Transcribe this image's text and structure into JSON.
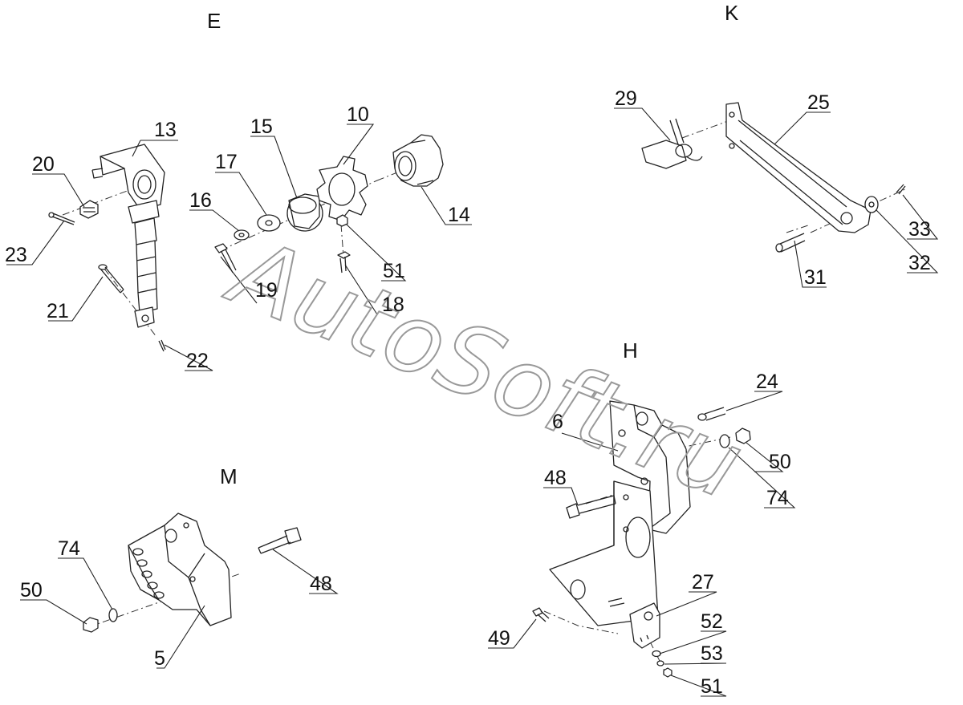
{
  "sections": {
    "E": "E",
    "K": "K",
    "H": "H",
    "M": "M"
  },
  "watermark": "AutoSoft.ru",
  "labels": {
    "p13": "13",
    "p20": "20",
    "p23": "23",
    "p21": "21",
    "p22": "22",
    "p17": "17",
    "p16": "16",
    "p15": "15",
    "p10": "10",
    "p14": "14",
    "p19": "19",
    "p51a": "51",
    "p18": "18",
    "p29": "29",
    "p25": "25",
    "p33": "33",
    "p32": "32",
    "p31": "31",
    "p24": "24",
    "p6": "6",
    "p50a": "50",
    "p74a": "74",
    "p48a": "48",
    "p27": "27",
    "p49": "49",
    "p52": "52",
    "p53": "53",
    "p51b": "51",
    "p74b": "74",
    "p50b": "50",
    "p48b": "48",
    "p5": "5"
  }
}
